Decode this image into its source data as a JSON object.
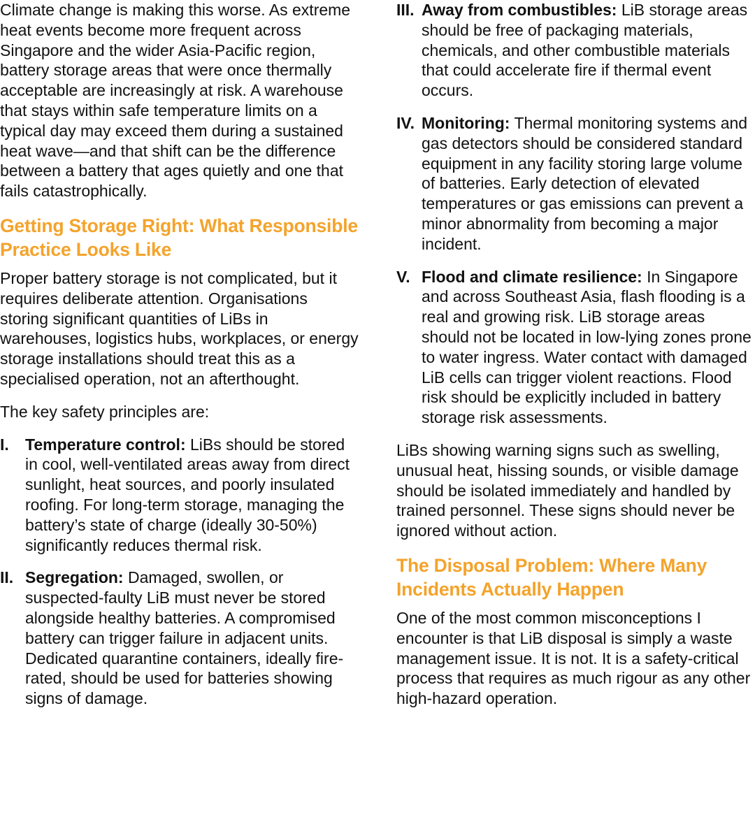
{
  "left_column": {
    "intro_paragraph": "Climate change is making this worse. As extreme heat events become more frequent across Singapore and the wider Asia-Pacific region, battery storage areas that were once thermally acceptable are increasingly at risk. A warehouse that stays within safe temperature limits on a typical day may exceed them during a sustained heat wave—and that shift can be the difference between a battery that ages quietly and one that fails catastrophically.",
    "heading": "Getting Storage Right: What Responsible Practice Looks Like",
    "paragraph_1": "Proper battery storage is not complicated, but it requires deliberate attention. Organisations storing significant quantities of LiBs in warehouses, logistics hubs, workplaces, or energy storage installations should treat this as a specialised operation, not an afterthought.",
    "paragraph_2": "The key safety principles are:",
    "items": [
      {
        "numeral": "I.",
        "term": "Temperature control:",
        "text": " LiBs should be stored in cool, well-ventilated areas away from direct sunlight, heat sources, and poorly insulated roofing. For long-term storage, managing the battery’s state of charge (ideally 30-50%) significantly reduces thermal risk."
      },
      {
        "numeral": "II.",
        "term": "Segregation:",
        "text": " Damaged, swollen, or suspected-faulty LiB must never be stored alongside healthy batteries. A compromised battery can trigger failure in adjacent units. Dedicated quarantine containers, ideally fire-rated, should be used for batteries showing signs of damage."
      }
    ]
  },
  "right_column": {
    "items": [
      {
        "numeral": "III.",
        "term": "Away from combustibles:",
        "text": " LiB storage areas should be free of packaging materials, chemicals, and other combustible materials that could accelerate fire if thermal event occurs."
      },
      {
        "numeral": "IV.",
        "term": "Monitoring:",
        "text": " Thermal monitoring systems and gas detectors should be considered standard equipment in any facility storing large volume of batteries. Early detection of elevated temperatures or gas emissions can prevent a minor abnormality from becoming a major incident."
      },
      {
        "numeral": "V.",
        "term": "Flood and climate resilience:",
        "text": " In Singapore and across Southeast Asia, flash flooding is a real and growing risk. LiB storage areas should not be located in low-lying zones prone to water ingress. Water contact with damaged LiB cells can trigger violent reactions. Flood risk should be explicitly included in battery storage risk assessments."
      }
    ],
    "paragraph_1": "LiBs showing warning signs such as swelling, unusual heat, hissing sounds, or visible damage should be isolated immediately and handled by trained personnel. These signs should never be ignored without action.",
    "heading": "The Disposal Problem: Where Many Incidents Actually Happen",
    "paragraph_2": "One of the most common misconceptions I encounter is that LiB disposal is simply a waste management issue. It is not. It is a safety-critical process that requires as much rigour as any other high-hazard operation."
  },
  "colors": {
    "heading": "#f4a32b",
    "text": "#111111",
    "background": "#ffffff"
  }
}
